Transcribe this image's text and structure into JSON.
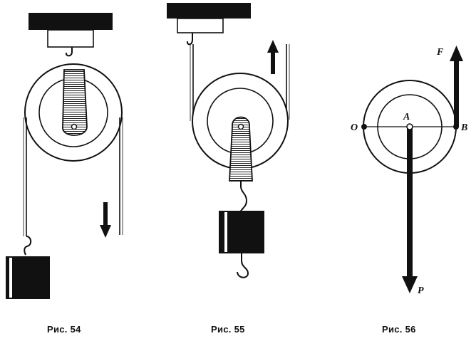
{
  "figures": [
    {
      "id": "fig54",
      "caption": "Рис. 54"
    },
    {
      "id": "fig55",
      "caption": "Рис. 55"
    },
    {
      "id": "fig56",
      "caption": "Рис. 56",
      "points": {
        "O": "O",
        "A": "A",
        "B": "B"
      },
      "forces": {
        "F": "F",
        "P": "P"
      }
    }
  ],
  "colors": {
    "ink": "#111111",
    "paper": "#ffffff"
  }
}
